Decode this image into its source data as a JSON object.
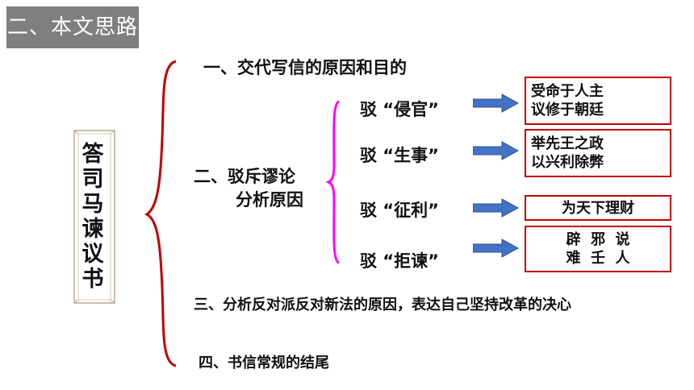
{
  "title": "二、本文思路",
  "book_title": [
    "答",
    "司",
    "马",
    "谏",
    "议",
    "书"
  ],
  "branches": {
    "first": "一、交代写信的原因和目的",
    "second_line1": "二、驳斥谬论",
    "second_line2": "分析原因",
    "third": "三、分析反对派反对新法的原因，表达自己坚持改革的决心",
    "fourth": "四、书信常规的结尾"
  },
  "rebuttals": [
    {
      "label": "驳  “侵官”",
      "lines": [
        "受命于人主",
        "议修于朝廷"
      ]
    },
    {
      "label": "驳  “生事”",
      "lines": [
        "举先王之政",
        "以兴利除弊"
      ]
    },
    {
      "label": "驳  “征利”",
      "lines": [
        "为天下理财"
      ]
    },
    {
      "label": "驳  “拒谏”",
      "lines": [
        "辟  邪  说",
        "难  壬  人"
      ]
    }
  ],
  "colors": {
    "title_bg": "#7f7f7f",
    "big_brace": "#c00000",
    "small_brace": "#ff00ff",
    "arrow": "#4472c4",
    "answer_border": "#c00000"
  }
}
